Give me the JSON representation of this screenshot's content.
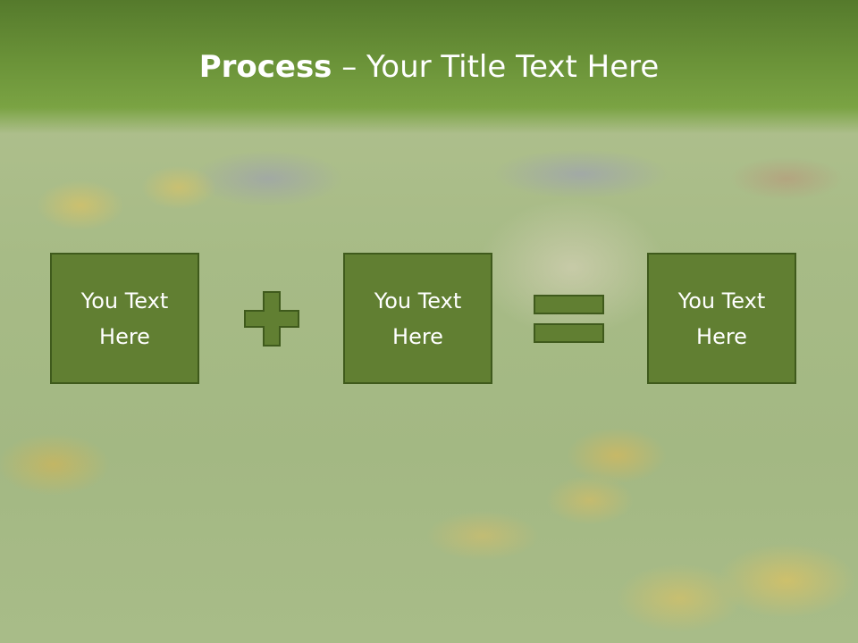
{
  "header": {
    "title_bold": "Process",
    "title_rest": " – Your Title Text Here"
  },
  "equation": {
    "boxes": [
      {
        "label": "You Text\nHere"
      },
      {
        "label": "You Text\nHere"
      },
      {
        "label": "You Text\nHere"
      }
    ],
    "operators": [
      "plus-icon",
      "equals-icon"
    ]
  },
  "colors": {
    "header_green": "#6a9238",
    "box_fill": "#617f32",
    "box_border": "#3f5a1c",
    "text": "#ffffff"
  }
}
